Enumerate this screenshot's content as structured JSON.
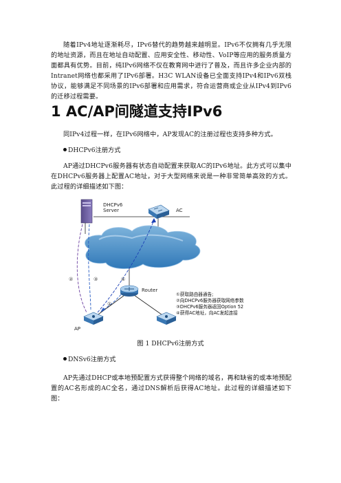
{
  "intro_paragraph": "随着IPv4地址逐渐耗尽，IPv6替代的趋势越来越明显。IPv6不仅拥有几乎无限的地址资源，而且在地址自动配置、应用安全性、移动性、VoIP等应用的服务质量方面都具有优势。目前，纯IPv6网络不仅在教育网中进行了普及，而且许多企业内部的Intranet网络也都采用了IPv6部署。H3C WLAN设备已全面支持IPv4和IPv6双栈协议，能够满足不同场景的IPv6部署和应用需求，符合运营商或企业从IPv4到IPv6的迁移过程需要。",
  "section_heading": "1 AC/AP间隧道支持IPv6",
  "section_intro": "同IPv4过程一样，在IPv6网络中，AP发现AC的注册过程也支持多种方式。",
  "bullet1": "DHCPv6注册方式",
  "bullet1_desc": "AP通过DHCPv6服务器有状态自动配置来获取AC的IPv6地址。此方式可以集中在DHCPv6服务器上配置AC地址，对于大型网络来说是一种非常简单高效的方式。此过程的详细描述如下图：",
  "diagram": {
    "server_label_1": "DHCPv6",
    "server_label_2": "Server",
    "ac_label": "AC",
    "router_label": "Router",
    "ap_label": "AP",
    "step_markers": [
      "①",
      "②",
      "③",
      "④"
    ],
    "legend": [
      "①获取路由器通告;",
      "②向DHCPv6服务器获取网络参数",
      "③DHCPv6服务器返回Option 52",
      "④获得AC地址，向AC发起连接"
    ]
  },
  "figure_caption": "图 1 DHCPv6注册方式",
  "bullet2": "DNSv6注册方式",
  "bullet2_desc": "AP先通过DHCP或本地预配置方式获得整个网络的域名，再和缺省的或本地预配置的AC名形成的AC全名，通过DNS解析后获得AC地址。此过程的详细描述如下图："
}
